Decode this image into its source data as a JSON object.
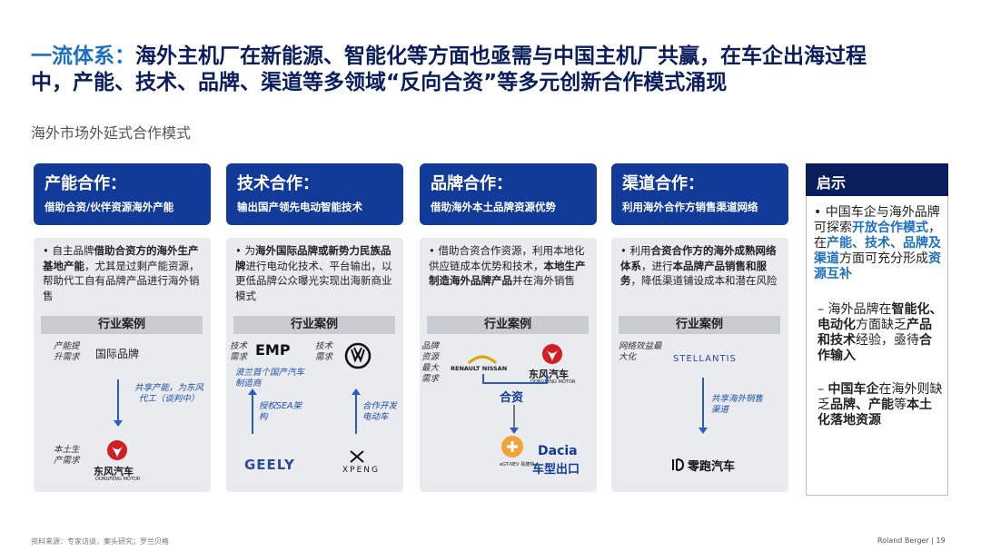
{
  "title": {
    "highlight": "一流体系：",
    "line1_rest": "海外主机厂在新能源、智能化等方面也亟需与中国主机厂共赢，在车企出海过程",
    "line2": "中，产能、技术、品牌、渠道等多领域“反向合资”等多元创新合作模式涌现"
  },
  "subtitle": "海外市场外延式合作模式",
  "case_label": "行业案例",
  "cards": [
    {
      "heading": "产能合作：",
      "subheading": "借助合资/伙伴资源海外产能",
      "desc_a": "自主品牌",
      "desc_b": "借助合资方的海外生产基地产能",
      "desc_c": "，尤其是过剩产能资源，帮助代工自有品牌产品进行海外销售",
      "need_top": "产能提升需求",
      "top_label": "国际品牌",
      "arrow_text": "共享产能，为东风代工（谈判中）",
      "need_bottom": "本土生产需求",
      "logo_cn": "东风汽车",
      "logo_en": "DONGFENG MOTOR"
    },
    {
      "heading": "技术合作：",
      "subheading": "输出国产领先电动智能技术",
      "desc_a": "为",
      "desc_b": "海外国际品牌或新势力民族品牌",
      "desc_c": "进行电动化技术、平台输出，以更低品牌公众曝光实现出海新商业模式",
      "need_left": "技术需求",
      "need_right": "技术需求",
      "emp": "EMP",
      "emp_note": "波兰首个国产汽车制造商",
      "arrow_left": "授权SEA架构",
      "arrow_right": "合作开发电动车",
      "logo_left": "GEELY",
      "logo_right": "XPENG"
    },
    {
      "heading": "品牌合作：",
      "subheading": "借助海外本土品牌资源优势",
      "desc_a": "借助合资合作资源，利用本地化供应链成本优势和技术，",
      "desc_b": "本地生产制造海外品牌产品",
      "desc_c": "并在海外销售",
      "need": "品牌资源最大需求",
      "logo_left": "RENAULT NISSAN",
      "logo_right": "东风汽车",
      "logo_right_en": "DONGFENG MOTOR",
      "jv_label": "合资",
      "egt": "eGT-NEV 易捷特",
      "dacia": "Dacia",
      "export": "车型出口"
    },
    {
      "heading": "渠道合作：",
      "subheading": "利用海外合作方销售渠道网络",
      "desc_a": "利用",
      "desc_b": "合资合作方的海外成熟网络体系",
      "desc_c": "，进行",
      "desc_d": "本品牌产品销售和服务",
      "desc_e": "，降低渠道铺设成本和潜在风险",
      "need": "网络效益最大化",
      "logo_top": "STELLANTIS",
      "arrow_text": "共享海外销售渠道",
      "logo_bottom": "零跑汽车"
    }
  ],
  "side": {
    "heading": "启示",
    "p1_a": "中国车企与海外品牌可探索",
    "p1_b": "开放合作模式",
    "p1_c": "，在",
    "p1_d": "产能、技术、品牌及渠道",
    "p1_e": "方面可充分形成",
    "p1_f": "资源互补",
    "p2_a": "海外品牌在",
    "p2_b": "智能化、电动化",
    "p2_c": "方面缺乏",
    "p2_d": "产品和技术",
    "p2_e": "经验，亟待",
    "p2_f": "合作输入",
    "p3_a": "中国车企",
    "p3_b": "在海外则缺乏",
    "p3_c": "品牌、产能",
    "p3_d": "等",
    "p3_e": "本土化落地资源"
  },
  "footer": {
    "source": "资料来源：专家访谈，案头研究；罗兰贝格",
    "brand_page": "Roland Berger | 19"
  },
  "colors": {
    "navy": "#0a1e5e",
    "card_blue": "#123b99",
    "accent": "#1d6fc4",
    "dongfeng_red": "#d21f26"
  }
}
